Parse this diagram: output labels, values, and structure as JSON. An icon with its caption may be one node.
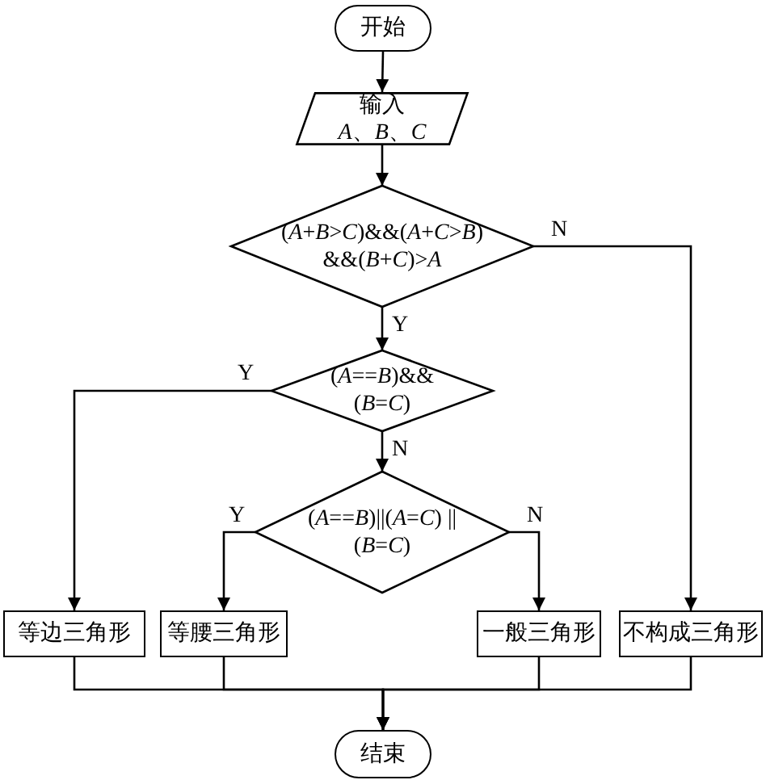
{
  "diagram": {
    "nodes": [
      {
        "text": [
          "开始"
        ]
      },
      {
        "text": [
          "输入",
          "*A*、*B*、*C*"
        ]
      },
      {
        "text": [
          "(*A*+*B*>*C*)&&(*A*+*C*>*B*) &&(*B*+*C*)>*A*"
        ]
      },
      {
        "text": [
          "(*A*==*B*)&&(*B*=*C*)"
        ]
      },
      {
        "text": [
          "(*A*==*B*)||(*A*=*C*) ||(*B*=*C*)"
        ]
      },
      {
        "text": [
          "等边三角形"
        ]
      },
      {
        "text": [
          "等腰三角形"
        ]
      },
      {
        "text": [
          "一般三角形"
        ]
      },
      {
        "text": [
          "不构成三角形"
        ]
      },
      {
        "text": [
          "结束"
        ]
      }
    ],
    "edges": [
      {
        "from": 0,
        "to": 1,
        "arrow": "to"
      },
      {
        "from": 1,
        "to": 2,
        "arrow": "to"
      },
      {
        "from": 2,
        "to": 3,
        "arrow": "to",
        "label": "Y"
      },
      {
        "from": 2,
        "to": 8,
        "arrow": "to",
        "label": "N"
      },
      {
        "from": 3,
        "to": 5,
        "arrow": "to",
        "label": "Y"
      },
      {
        "from": 3,
        "to": 4,
        "arrow": "to",
        "label": "N"
      },
      {
        "from": 4,
        "to": 6,
        "arrow": "to",
        "label": "Y"
      },
      {
        "from": 4,
        "to": 7,
        "arrow": "to",
        "label": "N"
      },
      {
        "from": 5,
        "to": 9,
        "arrow": "to"
      },
      {
        "from": 6,
        "to": 9,
        "arrow": "to"
      },
      {
        "from": 7,
        "to": 9,
        "arrow": "to"
      },
      {
        "from": 8,
        "to": 9,
        "arrow": "to"
      }
    ]
  }
}
